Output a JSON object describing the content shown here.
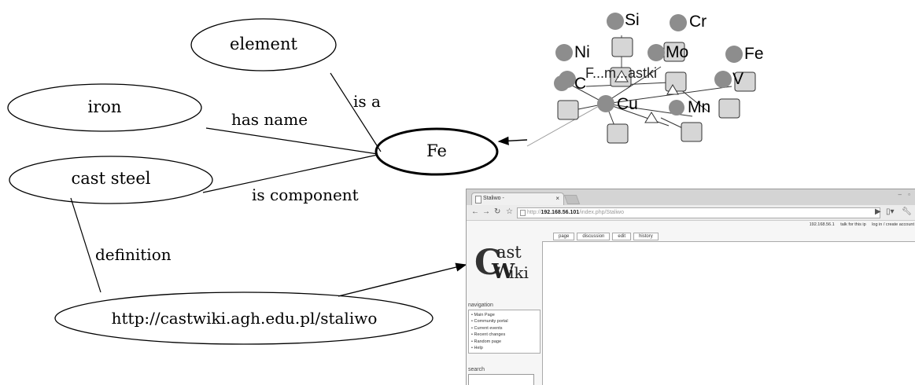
{
  "concept_map": {
    "nodes": {
      "element": "element",
      "iron": "iron",
      "fe": "Fe",
      "cast_steel": "cast steel",
      "url": "http://castwiki.agh.edu.pl/staliwo"
    },
    "edges": {
      "is_a": "is a",
      "has_name": "has name",
      "is_component": "is component",
      "definition": "definition"
    }
  },
  "knowledge_graph": {
    "labels": {
      "si": "Si",
      "cr": "Cr",
      "ni": "Ni",
      "mo": "Mo",
      "fe": "Fe",
      "c": "C",
      "staliwo": "F...m...astki",
      "v": "V",
      "cu": "Cu",
      "mn": "Mn"
    }
  },
  "browser": {
    "tab_title": "Staliwo -",
    "tab_close": "×",
    "url_prefix": "http://",
    "url_host": "192.168.56.101",
    "url_path": "/index.php/Staliwo",
    "personal_ip": "192.168.56.1",
    "personal_talk": "talk for this ip",
    "personal_login": "log in / create account",
    "page_tabs": [
      "page",
      "discussion",
      "edit",
      "history"
    ],
    "logo_c": "C",
    "logo_ast": "ast",
    "logo_w": "W",
    "logo_iki": "iki",
    "navigation_title": "navigation",
    "navigation_items": [
      "Main Page",
      "Community portal",
      "Current events",
      "Recent changes",
      "Random page",
      "Help"
    ],
    "search_title": "search"
  }
}
